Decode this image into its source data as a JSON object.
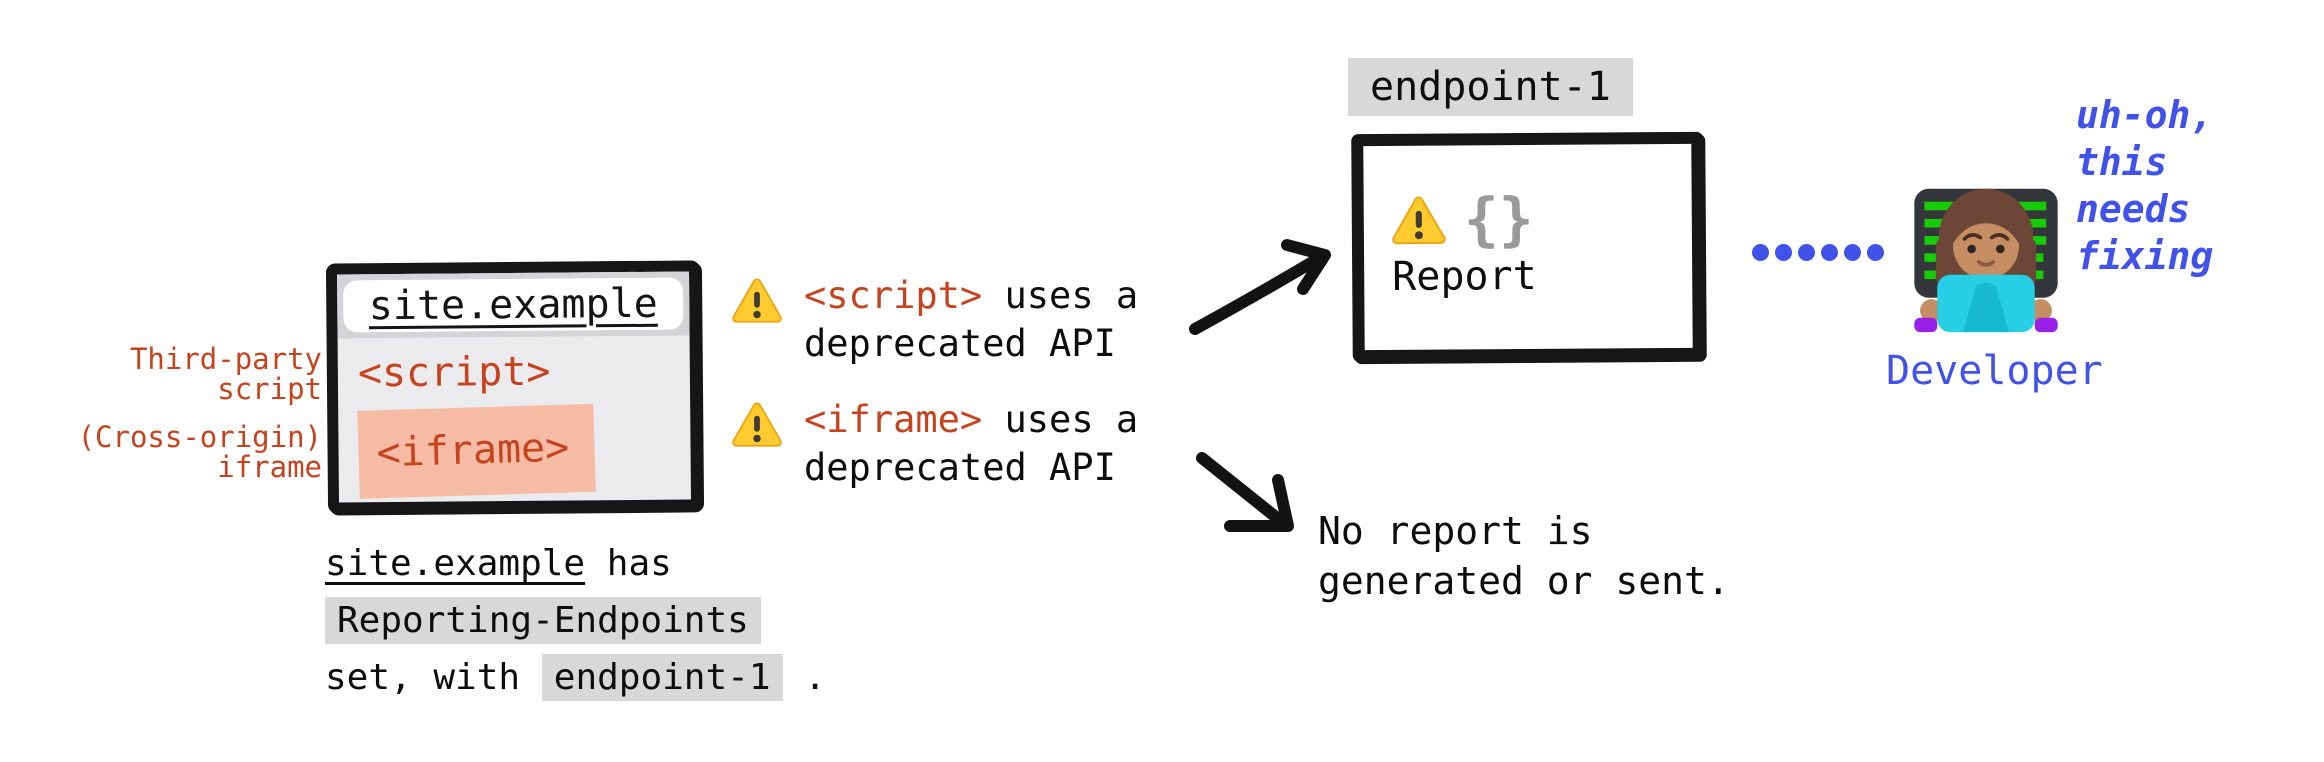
{
  "colors": {
    "red": "#c5431f",
    "salmon_highlight": "#f6bba4",
    "chip_gray": "#d8d8d8",
    "blue": "#4152e9",
    "ink": "#0d0d0d",
    "json_gray": "#9a9a9a",
    "warning_yellow": "#ffcb2e"
  },
  "browser": {
    "url": "site.example",
    "script_tag": "<script>",
    "iframe_tag": "<iframe>",
    "third_party_label": "Third-party\nscript",
    "cross_origin_label": "(Cross-origin)\niframe"
  },
  "warnings": [
    {
      "tag": "<script>",
      "suffix": " uses a",
      "line2": "deprecated API"
    },
    {
      "tag": "<iframe>",
      "suffix": " uses a",
      "line2": "deprecated API"
    }
  ],
  "endpoint": {
    "label": "endpoint-1"
  },
  "report_box": {
    "json_icon": "{}",
    "label": "Report"
  },
  "no_report": "No report is\ngenerated or sent.",
  "caption": {
    "site": "site.example",
    "after_site": " has",
    "header_chip": "Reporting-Endpoints",
    "set_with": "set, with",
    "endpoint_chip": "endpoint-1",
    "period": "."
  },
  "developer": {
    "thought": "uh-oh,\nthis\nneeds\nfixing",
    "label": "Developer"
  }
}
